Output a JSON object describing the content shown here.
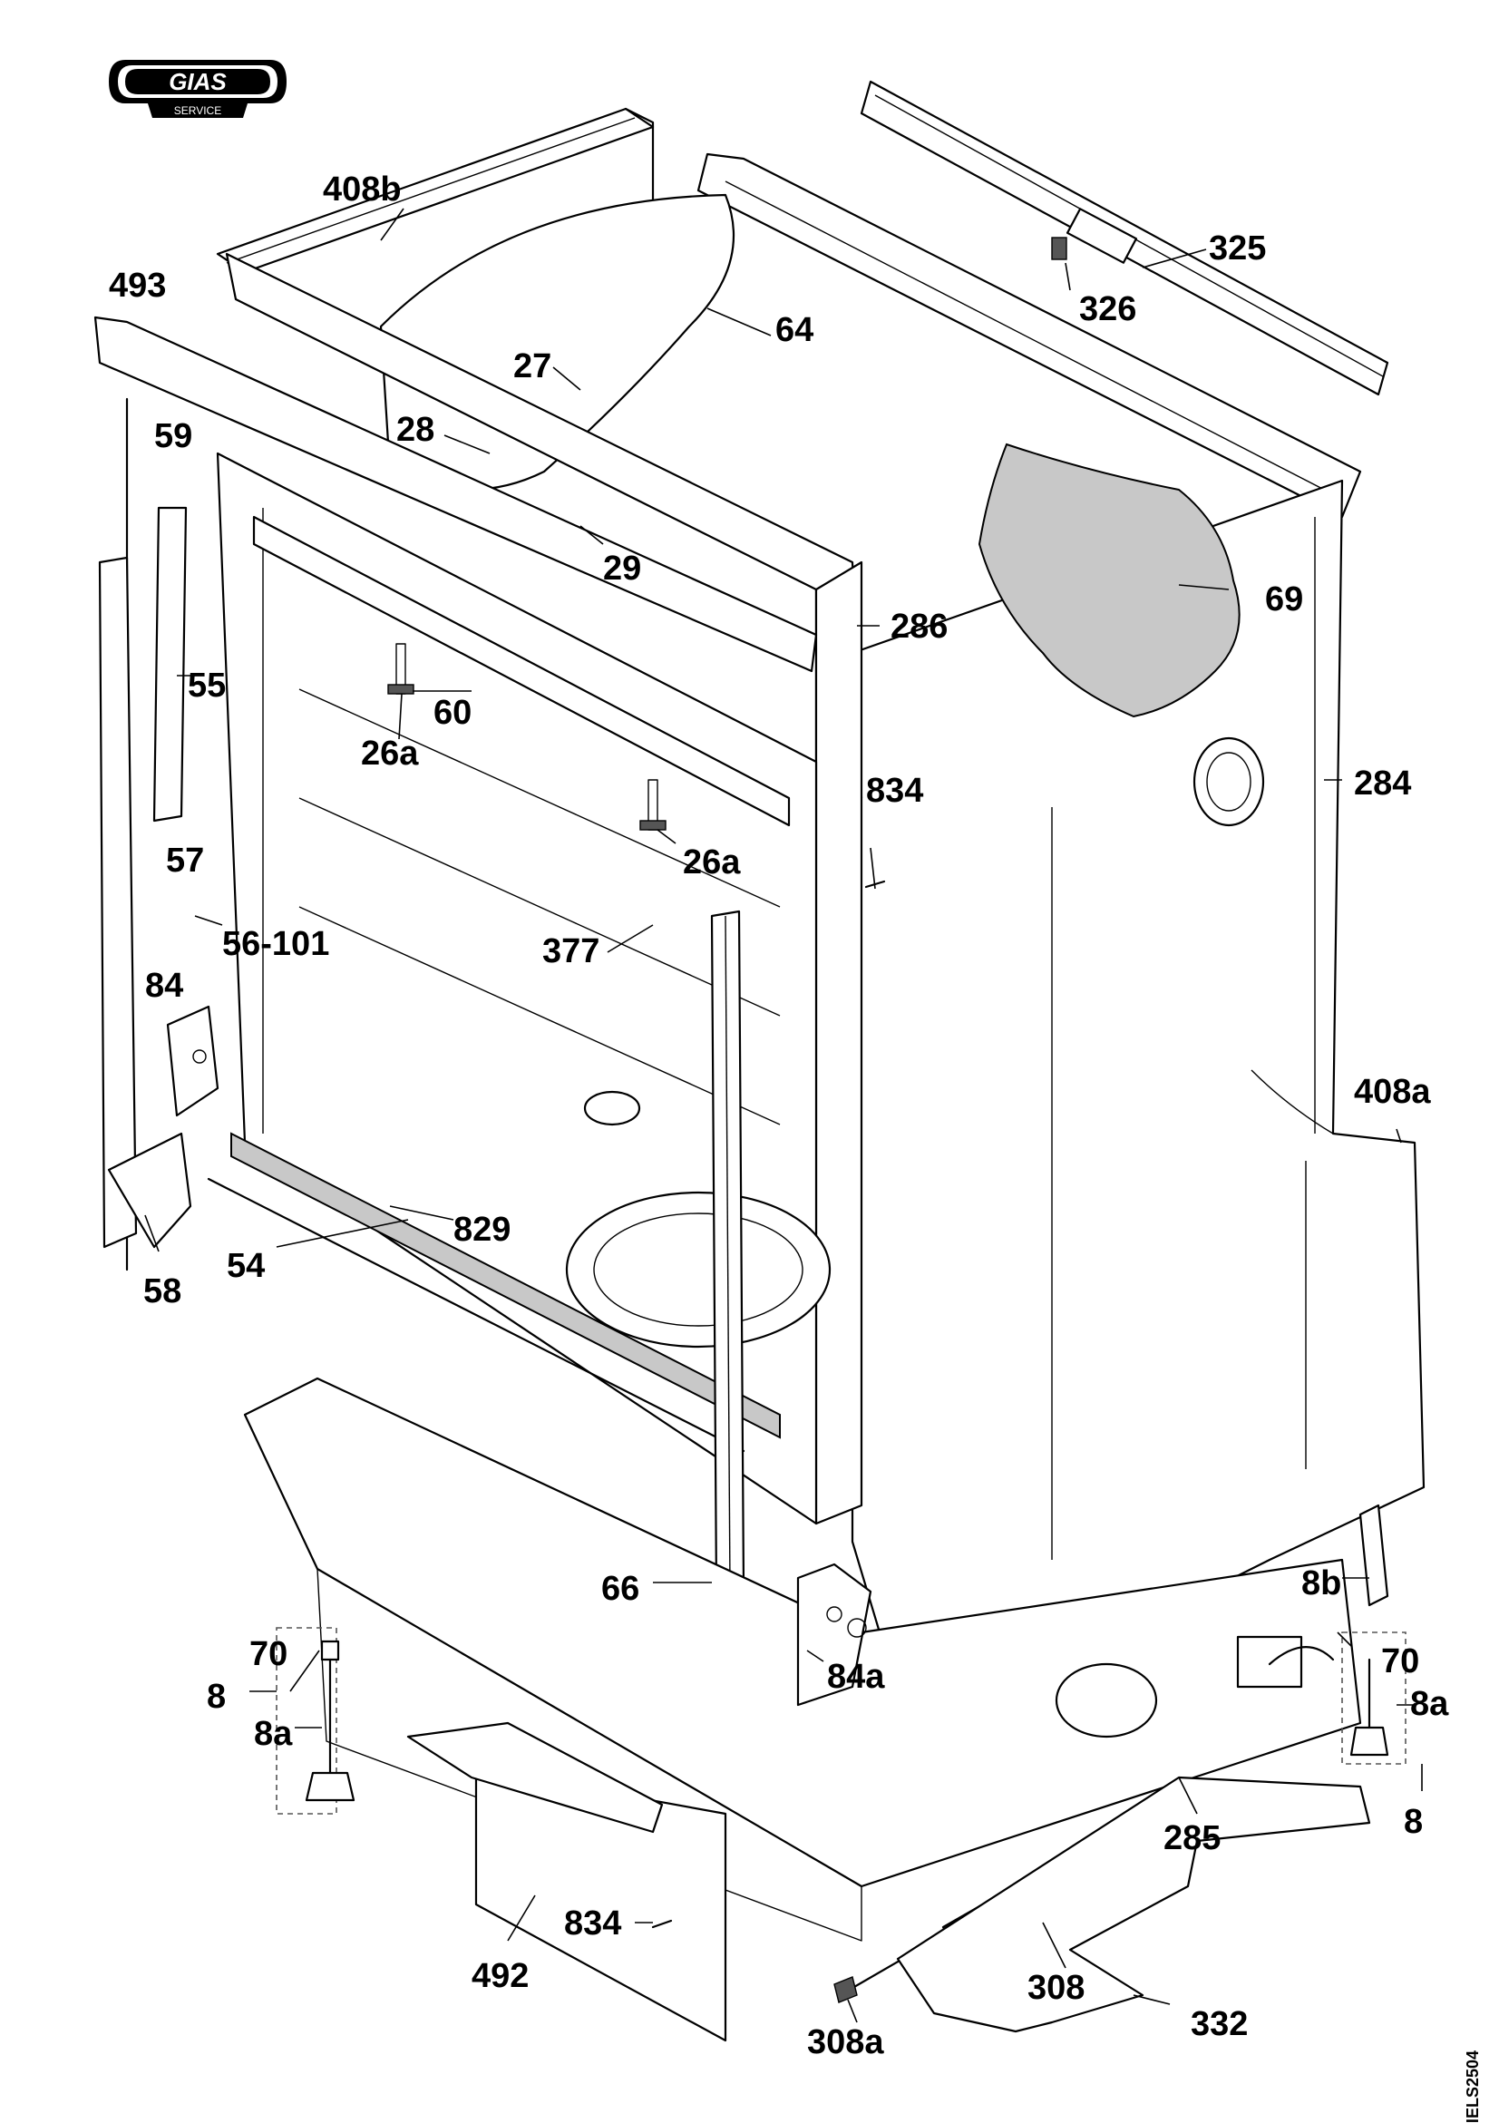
{
  "logo": {
    "brand": "GIAS",
    "sub": "SERVICE"
  },
  "document_id": "IELS2504",
  "callouts": [
    {
      "id": "c-408b",
      "text": "408b"
    },
    {
      "id": "c-493",
      "text": "493"
    },
    {
      "id": "c-325",
      "text": "325"
    },
    {
      "id": "c-326",
      "text": "326"
    },
    {
      "id": "c-64",
      "text": "64"
    },
    {
      "id": "c-27",
      "text": "27"
    },
    {
      "id": "c-28",
      "text": "28"
    },
    {
      "id": "c-59",
      "text": "59"
    },
    {
      "id": "c-29",
      "text": "29"
    },
    {
      "id": "c-69",
      "text": "69"
    },
    {
      "id": "c-286",
      "text": "286"
    },
    {
      "id": "c-55",
      "text": "55"
    },
    {
      "id": "c-60",
      "text": "60"
    },
    {
      "id": "c-26a-1",
      "text": "26a"
    },
    {
      "id": "c-834-1",
      "text": "834"
    },
    {
      "id": "c-284",
      "text": "284"
    },
    {
      "id": "c-26a-2",
      "text": "26a"
    },
    {
      "id": "c-57",
      "text": "57"
    },
    {
      "id": "c-56-101",
      "text": "56-101"
    },
    {
      "id": "c-377",
      "text": "377"
    },
    {
      "id": "c-84",
      "text": "84"
    },
    {
      "id": "c-408a",
      "text": "408a"
    },
    {
      "id": "c-829",
      "text": "829"
    },
    {
      "id": "c-54",
      "text": "54"
    },
    {
      "id": "c-58",
      "text": "58"
    },
    {
      "id": "c-8b",
      "text": "8b"
    },
    {
      "id": "c-66",
      "text": "66"
    },
    {
      "id": "c-70-1",
      "text": "70"
    },
    {
      "id": "c-84a",
      "text": "84a"
    },
    {
      "id": "c-70-2",
      "text": "70"
    },
    {
      "id": "c-8-1",
      "text": "8"
    },
    {
      "id": "c-8a-1",
      "text": "8a"
    },
    {
      "id": "c-8a-2",
      "text": "8a"
    },
    {
      "id": "c-285",
      "text": "285"
    },
    {
      "id": "c-8-2",
      "text": "8"
    },
    {
      "id": "c-834-2",
      "text": "834"
    },
    {
      "id": "c-308",
      "text": "308"
    },
    {
      "id": "c-492",
      "text": "492"
    },
    {
      "id": "c-332",
      "text": "332"
    },
    {
      "id": "c-308a",
      "text": "308a"
    }
  ]
}
